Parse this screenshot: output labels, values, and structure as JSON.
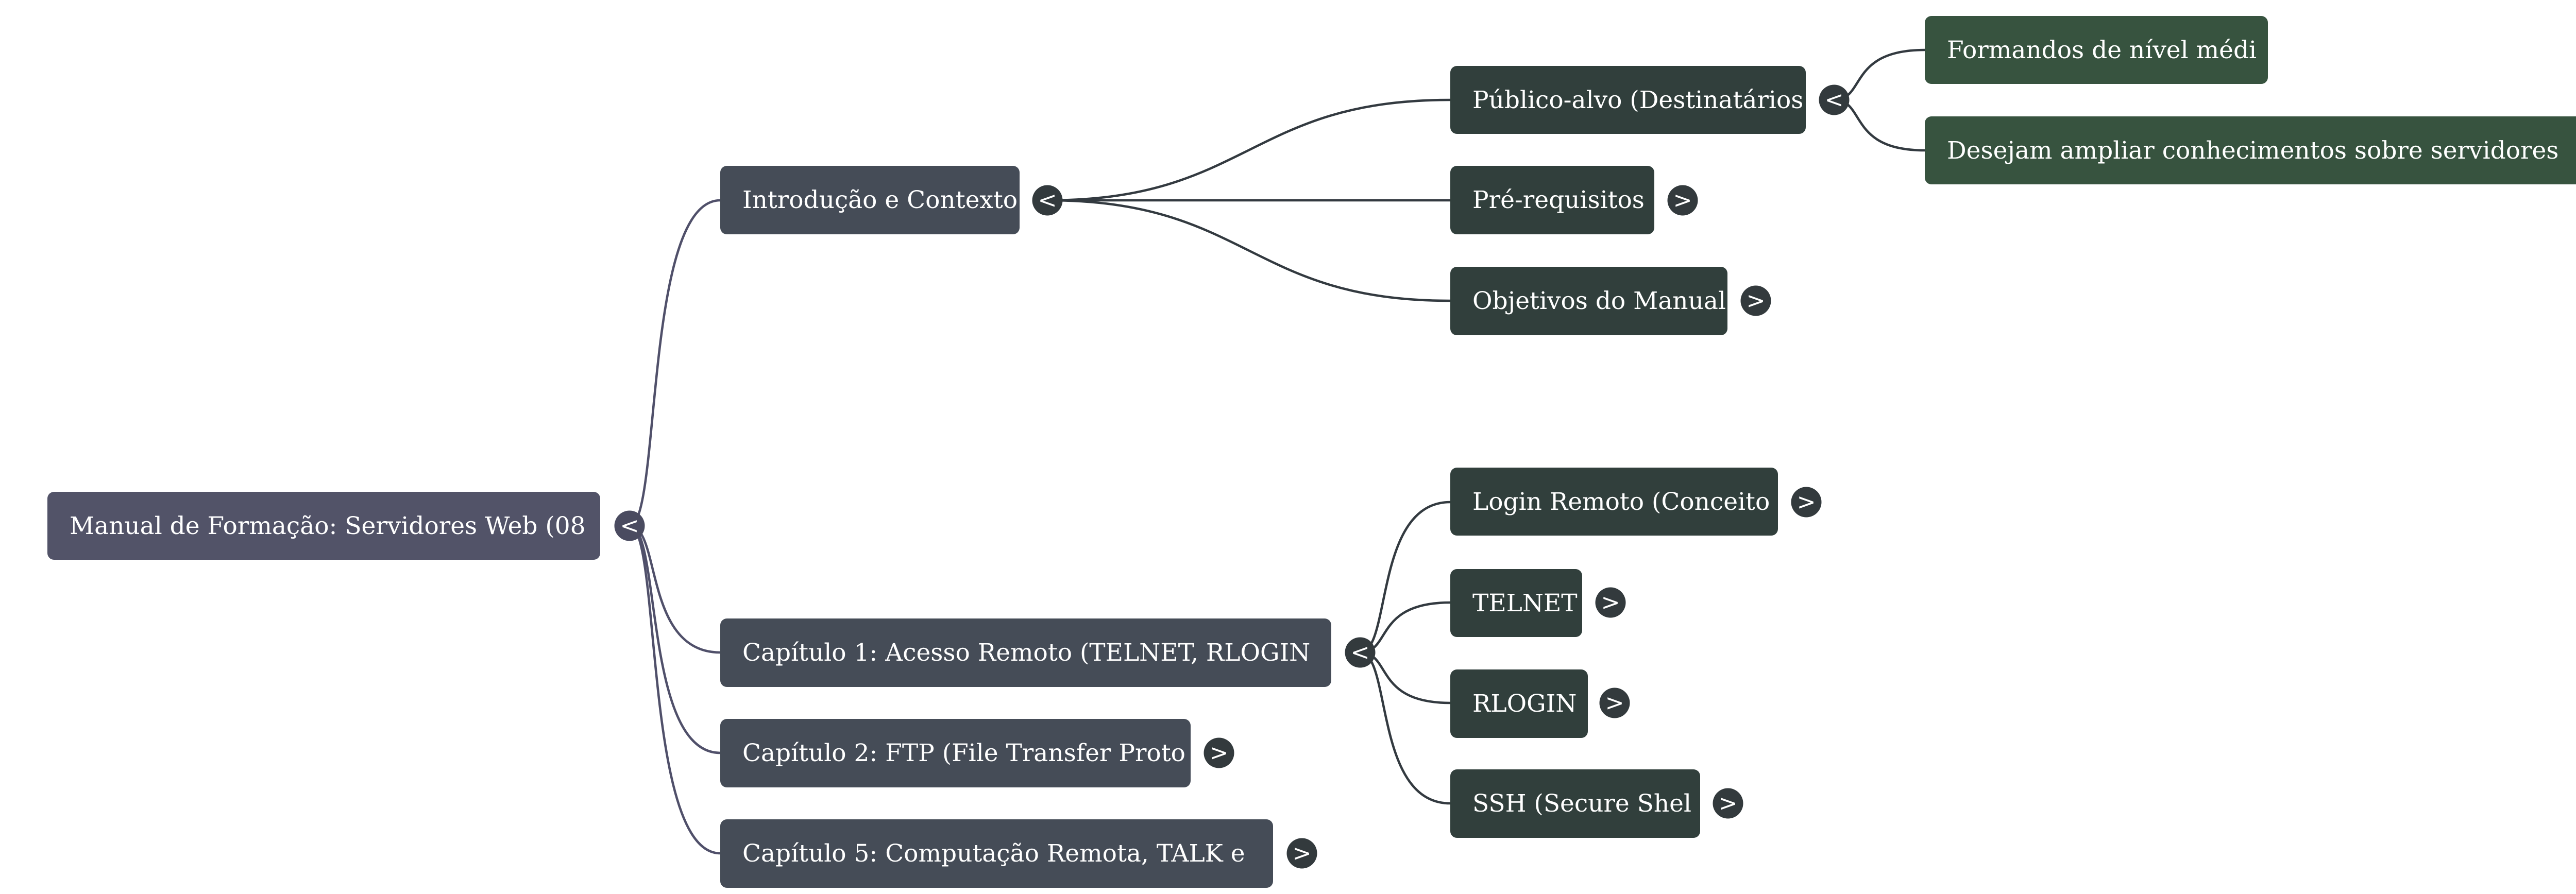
{
  "colors": {
    "root": "#525368",
    "level1": "#454c57",
    "level2": "#313f3c",
    "level3": "#37533f",
    "link_root": "#50506a",
    "link": "#333a40",
    "toggle_root": "#4a4b60",
    "toggle": "#333a3d",
    "background": "#ffffff"
  },
  "mindmap": {
    "root": {
      "label": "Manual de Formação: Servidores Web (08",
      "toggle": "<",
      "children": [
        {
          "id": "intro",
          "label": "Introdução e Contexto",
          "toggle": "<",
          "children": [
            {
              "id": "publico",
              "label": "Público-alvo (Destinatários",
              "toggle": "<",
              "children": [
                {
                  "id": "formandos",
                  "label": "Formandos de nível médi"
                },
                {
                  "id": "desejam",
                  "label": "Desejam ampliar conhecimentos sobre servidores"
                }
              ]
            },
            {
              "id": "prereq",
              "label": "Pré-requisitos",
              "toggle": ">"
            },
            {
              "id": "objetivos",
              "label": "Objetivos do Manual",
              "toggle": ">"
            }
          ]
        },
        {
          "id": "cap1",
          "label": "Capítulo 1: Acesso Remoto (TELNET, RLOGIN",
          "toggle": "<",
          "children": [
            {
              "id": "login",
              "label": "Login Remoto (Conceito",
              "toggle": ">"
            },
            {
              "id": "telnet",
              "label": "TELNET",
              "toggle": ">"
            },
            {
              "id": "rlogin",
              "label": "RLOGIN",
              "toggle": ">"
            },
            {
              "id": "ssh",
              "label": "SSH (Secure Shel",
              "toggle": ">"
            }
          ]
        },
        {
          "id": "cap2",
          "label": "Capítulo 2: FTP (File Transfer Proto",
          "toggle": ">"
        },
        {
          "id": "cap5",
          "label": "Capítulo 5: Computação Remota, TALK e",
          "toggle": ">"
        }
      ]
    }
  }
}
